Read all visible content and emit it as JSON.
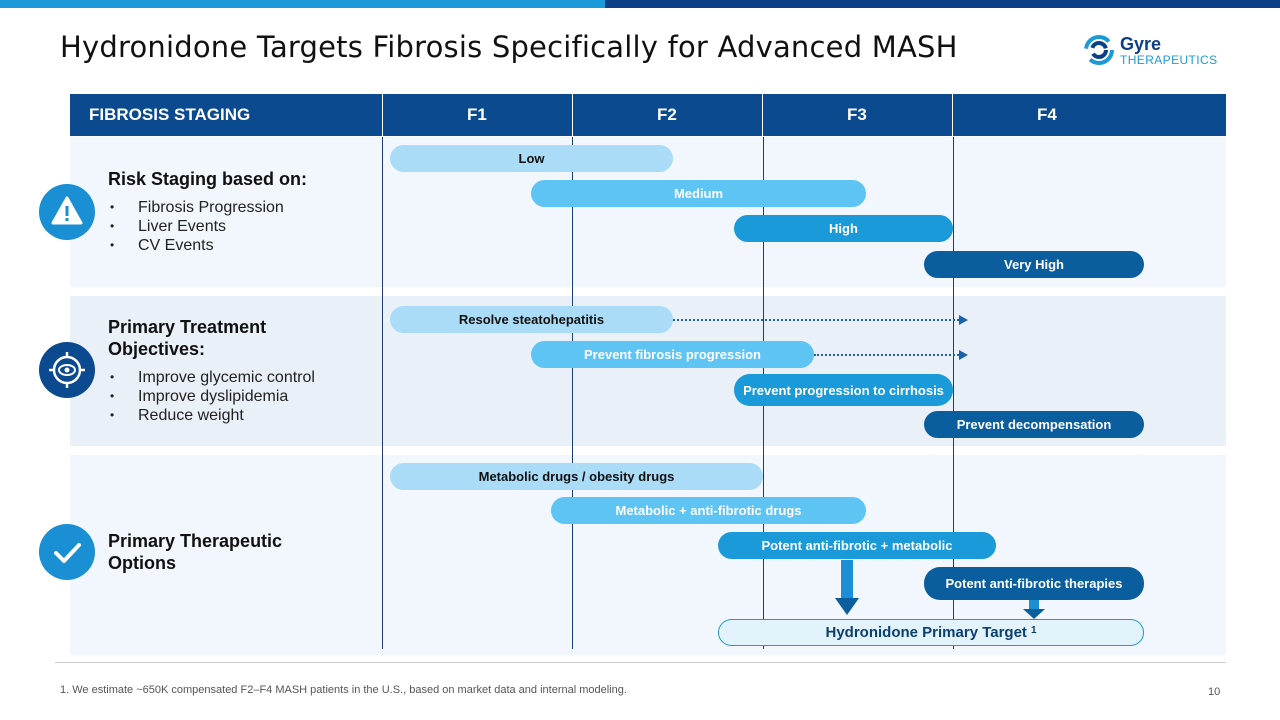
{
  "title": "Hydronidone Targets Fibrosis Specifically for Advanced MASH",
  "logo": {
    "name": "Gyre",
    "sub": "THERAPEUTICS"
  },
  "header": {
    "label": "FIBROSIS STAGING",
    "stages": [
      "F1",
      "F2",
      "F3",
      "F4"
    ]
  },
  "risk": {
    "title": "Risk Staging based on:",
    "bullets": [
      "Fibrosis Progression",
      "Liver Events",
      "CV Events"
    ],
    "bars": [
      "Low",
      "Medium",
      "High",
      "Very High"
    ]
  },
  "treatment": {
    "title": "Primary Treatment Objectives:",
    "bullets": [
      "Improve glycemic control",
      "Improve dyslipidemia",
      "Reduce weight"
    ],
    "bars": [
      "Resolve steatohepatitis",
      "Prevent fibrosis progression",
      "Prevent progression to cirrhosis",
      "Prevent decompensation"
    ]
  },
  "therapeutic": {
    "title": "Primary Therapeutic Options",
    "bars": [
      "Metabolic drugs / obesity drugs",
      "Metabolic + anti-fibrotic drugs",
      "Potent anti-fibrotic + metabolic",
      "Potent anti-fibrotic therapies"
    ]
  },
  "target": {
    "label": "Hydronidone Primary Target",
    "footnote_mark": "1"
  },
  "footnote": "1. We estimate ~650K compensated F2–F4 MASH patients in the U.S., based on market data and internal modeling.",
  "page_number": "10",
  "colors": {
    "dark_blue": "#0b4a8e",
    "bright_blue": "#1a9ad8",
    "light_blue": "#aadcf7"
  }
}
